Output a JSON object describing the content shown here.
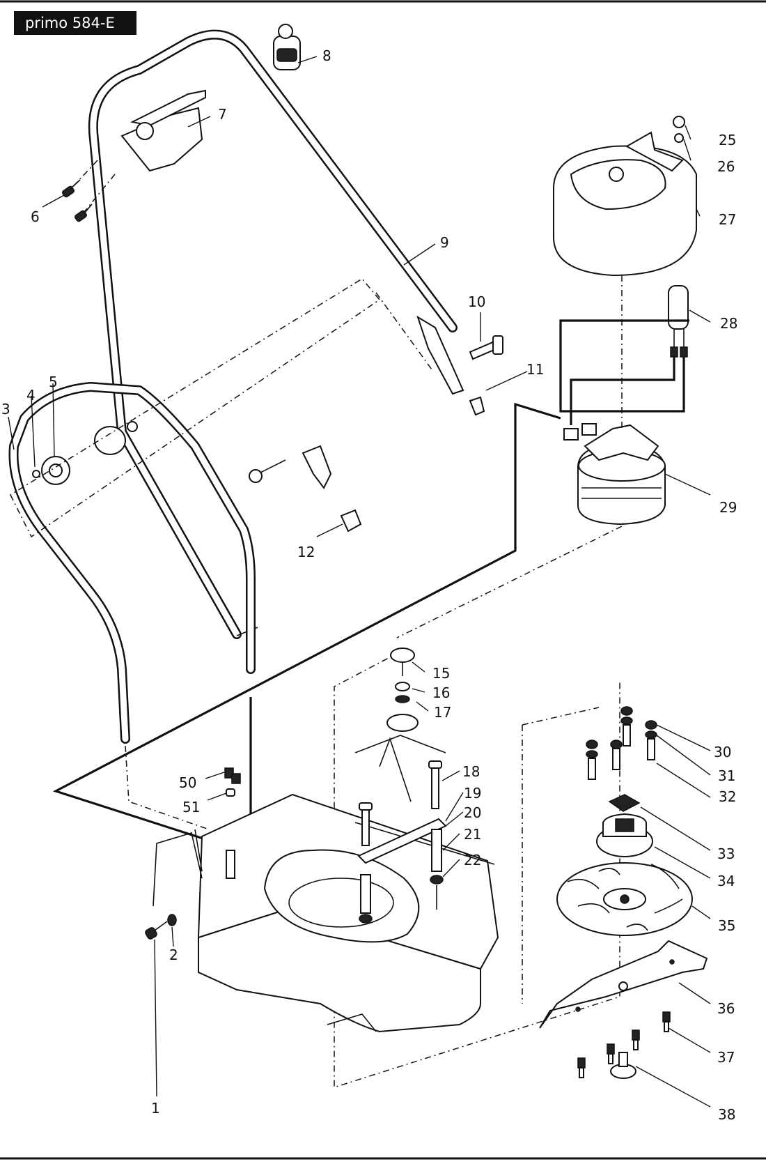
{
  "title": "primo 584-E",
  "callouts": [
    "1",
    "2",
    "3",
    "4",
    "5",
    "6",
    "7",
    "8",
    "9",
    "10",
    "11",
    "12",
    "15",
    "16",
    "17",
    "18",
    "19",
    "20",
    "21",
    "22",
    "25",
    "26",
    "27",
    "28",
    "29",
    "30",
    "31",
    "32",
    "33",
    "34",
    "35",
    "36",
    "37",
    "38",
    "50",
    "51"
  ]
}
